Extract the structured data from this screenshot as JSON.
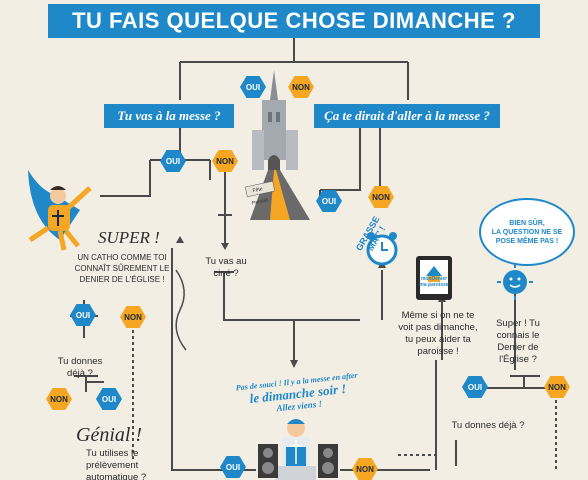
{
  "title": "TU FAIS QUELQUE CHOSE DIMANCHE ?",
  "labels": {
    "oui": "OUI",
    "non": "NON"
  },
  "questions": {
    "messe": "Tu vas à la messe ?",
    "dirait": "Ça te dirait d'aller à la messe ?"
  },
  "church_sign": "Fête Paroiss",
  "cine": "Tu vas au ciné ?",
  "super_title": "SUPER !",
  "super_text": [
    "UN CATHO COMME TOI",
    "CONNAÎT SÛREMENT LE",
    "DENIER DE L'ÉGLISE !"
  ],
  "donnes_left": [
    "Tu donnes",
    "déjà ?"
  ],
  "genial": "Génial !",
  "prelevement": [
    "Tu utilises le",
    "prélèvement",
    "automatique ?"
  ],
  "grasse_mat": "GRASSE MAT' !",
  "tablet_text": [
    "monDenier",
    "ma paroisse"
  ],
  "meme_si": [
    "Même si on ne te",
    "voit pas dimanche,",
    "tu peux aider ta",
    "paroisse !"
  ],
  "bubble": [
    "BIEN SÛR,",
    "LA QUESTION NE SE",
    "POSE MÊME PAS !"
  ],
  "super_tu": [
    "Super ! Tu",
    "connais le",
    "Denier de",
    "l'Église ?"
  ],
  "donnes_right": "Tu donnes déjà ?",
  "pas_souci": [
    "Pas de souci ! Il y a la messe en after",
    "le dimanche soir !",
    "Allez viens !"
  ],
  "colors": {
    "blue": "#1e88c8",
    "orange": "#f5a623",
    "background": "#f2eee4",
    "line": "#4a4a4a"
  },
  "icons": [
    "church-icon",
    "superhero-icon",
    "alarm-clock-icon",
    "tablet-icon",
    "smiley-sun-icon",
    "dj-priest-icon",
    "speaker-icon"
  ]
}
